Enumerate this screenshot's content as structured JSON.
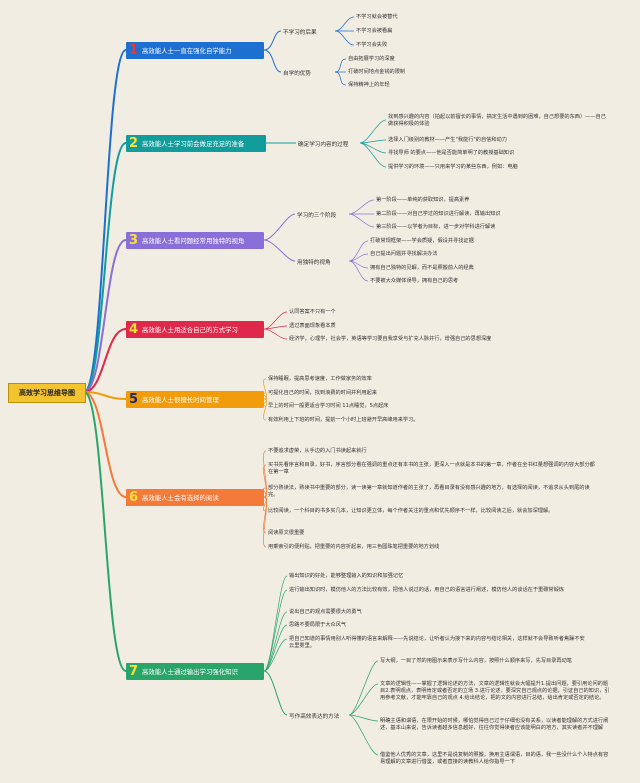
{
  "root": "高效学习思维导图",
  "branches": [
    {
      "num": "1",
      "label": "高效能人士一直在强化自学能力",
      "color": "#1d6fd1",
      "num_color": "#e53935",
      "subs": [
        {
          "label": "不学习的后果",
          "leaves": [
            "不学习就会被替代",
            "不学习会被看扁",
            "不学习会失败"
          ]
        },
        {
          "label": "自学的优势",
          "leaves": [
            "自由拓展学习的深度",
            "打破时间地点金钱的限制",
            "保持精神上的年轻"
          ]
        }
      ]
    },
    {
      "num": "2",
      "label": "高效能人士学习前会做足充足的准备",
      "color": "#139c9c",
      "num_color": "#f6e23a",
      "subs": [
        {
          "label": "确定学习内容的过程",
          "leaves": [
            "找到感兴趣的内容（拍起以前擅长的事情，搞定生活中遇到的困难，自己想要的东西）——自己做获得积极的体验",
            "选择入门级别的教材——产生\"我能行\"的自信和动力",
            "寻找导师 的要点——他是否能简单明了的教授基础知识",
            "提供学习的环境——只用来学习的某些东西，例如：电脑"
          ]
        }
      ]
    },
    {
      "num": "3",
      "label": "高效能人士看问题经常用独特的视角",
      "color": "#8a6fd8",
      "num_color": "#f6e23a",
      "subs": [
        {
          "label": "学习的三个阶段",
          "leaves": [
            "第一阶段——单纯的获取知识，提高素养",
            "第二阶段——对自己学过的知识进行解读，再输出知识",
            "第三阶段——以学者为目标，进一步对学科进行解读"
          ]
        },
        {
          "label": "用独特的视角",
          "leaves": [
            "打破常规框架——学会质疑，假设并寻找证据",
            "自己提出问题并寻找解决办法",
            "拥有自己独特的见解，而不是照搬前人的经典",
            "不要被大众媒体误导，拥有自己的思考"
          ]
        }
      ]
    },
    {
      "num": "4",
      "label": "高效能人士用适合自己的方式学习",
      "color": "#e0294a",
      "num_color": "#f6e23a",
      "subs": [
        {
          "label": "",
          "leaves": [
            "认同答案不只有一个",
            "透过表面现象看本质",
            "经济学，心理学，社会学，英语等学习要自我享受与扩充人脉并行，增强自己的思想深度"
          ]
        }
      ]
    },
    {
      "num": "5",
      "label": "高效能人士很擅长时间管理",
      "color": "#f29c0a",
      "num_color": "#1f2a6b",
      "subs": [
        {
          "label": "",
          "leaves": [
            "保持睡眠，提高思考速度，工作做家务的效率",
            "可提化自己的时间，找到浪费的时间并利用起来",
            "早上的时间一般更适合学习时间 11点睡觉，5点起床",
            "有效利用上下班的时间，提前一个小时上班避开早高峰用来学习。"
          ]
        }
      ]
    },
    {
      "num": "6",
      "label": "高效能人士会有选择的阅读",
      "color": "#f47a3a",
      "num_color": "#f6e23a",
      "subs": [
        {
          "label": "",
          "leaves": [
            "不要追求虚荣，从手边的入门书读起来就行",
            "买书先看序言和目录，好书，序言部分看在强调的重点还有本书的主张，更深入一点就是本书的第一章，作者在全书红量想强调的内容大部分都在第一章",
            "部分熟读法，熟读书中重要的部分，读一读第一章就知道作者的主张了，再看目录有没有感兴趣的地方，有选择的阅读，不追求从头到尾的读完。",
            "比较阅读，一个科目的书多买几本，让知识更立体，每个作者关注的重点和优先顺序不一样，比较阅读之后，就会加深理解。",
            "阅读原文很重要",
            "用乘索引的便利贴，把重要的内容折起来，用三色圆珠笔把重要的地方划线"
          ]
        }
      ]
    },
    {
      "num": "7",
      "label": "高效能人士通过输出学习强化知识",
      "color": "#2aa56a",
      "num_color": "#f6e23a",
      "subs": [
        {
          "label": "",
          "leaves": [
            "输出知识的好处，能够整理输入的知识和加强记忆",
            "进行输出知识时，模仿他人的方法比较有效，把他人说过的话，用自己的语言进行阐述，模仿他人的谈话在于重碳常锻炼",
            "说出自己的观点需要很大的勇气",
            "思路不要局限于大众风气",
            "把自己知道的事情用别人听得懂的语言来解释——先说结论，让听者认为接下来的内容与结论相关，这样就不会导致听者焦躁不安云里雾里。"
          ]
        },
        {
          "label": "写作高效表达的方法",
          "leaves": [
            "写大纲，一目了然的用图示来表示写什么内容，按照什么顺序来写，先写目录再动笔",
            "文章的逻辑性——掌握了逻辑论述的方法，文章的逻辑性就会大幅提升1.提出问题，要引用论问的题目2.表明观点，表明肯定或者否定的立场 3.进行论述，要深究自己观点的论据，引证自己的知识，引用参考文献，才能牢靠自己的观点 4.给出结论，把的文的内容进行总结，给出肯定或否定的结论。",
            "明确主语和谓语，在限开始的时候，哪怕觉得自己过于仔细也没有关系，以读者能理解的方式进行阐述，基本山来说，告诉读者越多信息越好，往往你觉得读者应该能明白的地方，其实读者并不理解",
            "借鉴他人优秀的文章，这里不是说复制的照搬，换用主语谓语，目的语，我一些没什么个人特点有容易理解的文章进行借鉴，或者直接的读教科人给你指导一下"
          ]
        }
      ]
    }
  ]
}
